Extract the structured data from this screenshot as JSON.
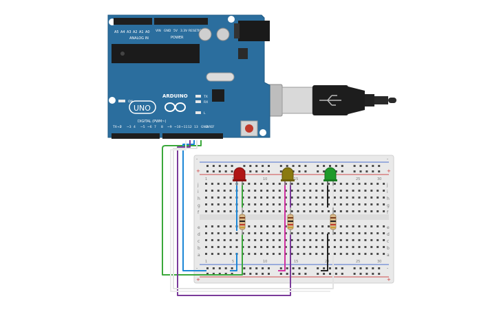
{
  "board": {
    "model": "UNO",
    "brand": "ARDUINO",
    "on_label": "ON",
    "tx_label": "TX",
    "rx_label": "RX",
    "l_label": "L",
    "aref_label": "AREF",
    "gnd_label": "GND",
    "digital_label": "DIGITAL (PWM~)",
    "analog_label": "ANALOG IN",
    "power_label": "POWER",
    "ioref_label": "IOREF",
    "reset_label": "RESET",
    "v33_label": "3.3V",
    "v5_label": "5V",
    "vin_label": "VIN",
    "a_pins": [
      "A0",
      "A1",
      "A2",
      "A3",
      "A4",
      "A5"
    ],
    "d_pins": [
      "13",
      "12",
      "~11",
      "~10",
      "~9",
      "8",
      "7",
      "~6",
      "~5",
      "4",
      "~3",
      "2",
      "TX→1",
      "RX←0"
    ],
    "colors": {
      "board": "#2b6e9e",
      "header": "#222222",
      "usb": "#c9c9c9"
    }
  },
  "breadboard": {
    "row_letters_top": [
      "j",
      "i",
      "h",
      "g",
      "f"
    ],
    "row_letters_bottom": [
      "e",
      "d",
      "c",
      "b",
      "a"
    ],
    "rail_plus": "+",
    "rail_minus": "-",
    "col_numbers": [
      "1",
      "5",
      "10",
      "15",
      "20",
      "25",
      "30"
    ]
  },
  "leds": [
    {
      "name": "red-led",
      "color": "#b01515"
    },
    {
      "name": "yellow-led",
      "color": "#8a7a10"
    },
    {
      "name": "green-led",
      "color": "#1f9a2a"
    }
  ],
  "wires": {
    "green": "#3aa83a",
    "blue": "#1b86d6",
    "purple": "#7a3a9a",
    "magenta": "#d030a0",
    "black": "#222222",
    "white": "#e8e8e8"
  }
}
